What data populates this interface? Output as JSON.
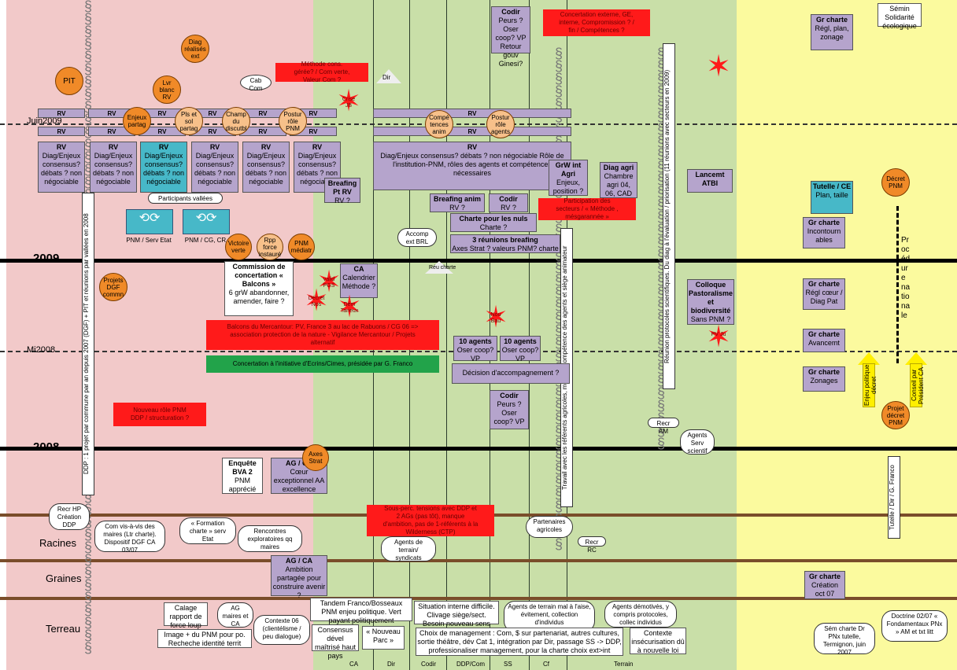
{
  "timeline": {
    "juin2009": "Juin2009",
    "y2009": "2009",
    "mi2008": "Mi2008",
    "y2008": "2008"
  },
  "layers": {
    "racines": "Racines",
    "graines": "Graines",
    "terreau": "Terreau"
  },
  "columns": [
    "CA",
    "Dir",
    "Codir",
    "DDP/Com",
    "SS",
    "Cf",
    "Terrain"
  ],
  "circles": {
    "pit": "PIT",
    "diag": "Diag réalisés ext",
    "lvr": "Lvr blanc RV",
    "enjeux": "Enjeux partag",
    "pls": "Pls et sol partag",
    "champ": "Champ du discutbl",
    "postur_pnm": "Postur rôle PNM",
    "competences": "Compé tences anim",
    "postur_agents": "Postur rôle agents",
    "victoire": "Victoire verte",
    "rpp": "Rpp force instauré",
    "pnm_mediat": "PNM médiatr",
    "projets_dgf": "Projets DGF commn",
    "axes": "Axes Strat",
    "decret": "Décret PNM",
    "projet_decret": "Projet décret PNM"
  },
  "rv_label": "RV",
  "diag_box": "Diag/Enjeux consensus? débats ? non négociable",
  "diag_big": {
    "title": "RV",
    "body": "Diag/Enjeux consensus? débats ? non négociable Rôle de l'institution-PNM, rôles des agents et compétences nécessaires"
  },
  "participants": "Participants vallées",
  "pnm_serv": "PNM / Serv Etat",
  "pnm_cg": "PNM / CG, CR",
  "briefing_pt": {
    "title": "Breafing Pt RV",
    "body": "RV ?"
  },
  "briefing_anim": {
    "title": "Breafing anim",
    "body": "RV ?"
  },
  "codir_rv": {
    "title": "Codir",
    "body": "RV ?"
  },
  "charte_nuls": {
    "title": "Charte pour les nuls",
    "body": "Charte ?"
  },
  "reunions": {
    "title": "3 réunions breafing",
    "body": "Axes Strat ? valeurs PNM? charte"
  },
  "grw": {
    "title": "GrW int Agri",
    "body": "Enjeux, position ?"
  },
  "diag_agri": {
    "title": "Diag agri",
    "body": "Chambre agri 04, 06, CAD"
  },
  "lancemt": "Lancemt ATBI",
  "codir_top": {
    "title": "Codir",
    "body": "Peurs ? Oser coop? VP Retour gouv Ginesi?"
  },
  "accomp": "Accomp ext BRL",
  "cab": "Cab Com",
  "dir": "Dir",
  "charte_tri": "Réu charte",
  "commission": {
    "title": "Commission de concertation « Balcons »",
    "body": "6 grW abandonner, amender, faire ?"
  },
  "ca_cal": {
    "title": "CA",
    "body": "Calendrier Méthode ?"
  },
  "agents10a": {
    "title": "10 agents",
    "body": "Oser coop? VP"
  },
  "agents10b": {
    "title": "10 agents",
    "body": "Oser coop? VP"
  },
  "decision": "Décision d'accompagnement ?",
  "codir_mid": {
    "title": "Codir",
    "body": "Peurs ? Oser coop? VP"
  },
  "colloque": {
    "title": "Colloque Pastoralisme et biodiversité",
    "body": "Sans PNM ?"
  },
  "recr_am": "Recr AM",
  "agents_serv": "Agents Serv scientif",
  "enquete": {
    "title": "Enquête BVA 2",
    "body": "PNM apprécié"
  },
  "ag_ca": {
    "title": "AG / CA",
    "body": "Cœur exceptionnel AA excellence"
  },
  "ag_ca2": {
    "title": "AG / CA",
    "body": "Ambition partagée pour construire avenir ?"
  },
  "red": {
    "balcons": "Balcons du Mercantour: PV, France 3 au lac de Rabuons / CG 06 => association protection de la nature - Vigilance Mercantour / Projets alternatif",
    "concertation": "Concertation à l'initiative d'Ecrins/Cimes, présidée par G. Franco",
    "methode": "Méthode cons. gérée? / Com verte, Valeur Com ?",
    "nouveau": "Nouveau rôle PNM DDP / structuration ?",
    "sous_perc": "Sous-perc. tensions avec DDP et 2 AGs (pas tôt), manque d'ambition, pas de 1-référents à la Wilderness (CTP)",
    "concertation_top": "Concertation externe, GE, interne, Compromission ? / fin / Compétences ?",
    "participation": "Participation des secteurs / « Méthode , mésgarannée »"
  },
  "stars": {
    "cr": "Crise JB",
    "decret_nos": "Décret Nos",
    "valid": "valid PGS",
    "dem": "Dém Tarieux",
    "nouv": "Nou Bau",
    "pv_ju": "PV Ju"
  },
  "tutelle": {
    "title": "Tutelle / CE",
    "body": "Plan, taille"
  },
  "gr_charte_top": {
    "title": "Gr charte",
    "body": "Régl, plan, zonage"
  },
  "semin": "Sémin Solidarité écologique",
  "gr_incontournables": {
    "title": "Gr charte",
    "body": "Incontourn ables"
  },
  "gr_regl": {
    "title": "Gr charte",
    "body": "Régl cœur / Diag Pat"
  },
  "gr_avancement": {
    "title": "Gr charte",
    "body": "Avancemt"
  },
  "gr_zonages": {
    "title": "Gr charte",
    "body": "Zonages"
  },
  "gr_creation": {
    "title": "Gr charte",
    "body": "Création oct 07"
  },
  "enjeu_decret": "Enjeu politique décret",
  "conseil_ca": "Conseil par Président CA",
  "tutelle_dir": "Tutelle / Dir / G. Franco",
  "procedure": "Procédure nationale",
  "ddp_vertical": "DDP : 1 projet par commune par an depuis 2007 (DGF) + PIT et réunions par vallées en 2008",
  "travail_vertical": "Travail avec les référents agricoles, mobilité compétence des agents et siège animateur",
  "reunion_vertical": "Réunion protocoles scientifiques. Du diag à l'évaluation / priorisation (11 réunions avec secteurs en 2009)",
  "bottom": {
    "recr_hp": "Recr HP Création DDP",
    "com_vis": "Com vis-à-vis des maires (Ltr charte). Dispositif DGF CA 03/07",
    "formation": "« Formation charte » serv Etat",
    "rencontres": "Rencontres exploratoires qq maires",
    "agents_terrain": "Agents de terrain/ syndicats",
    "partenaires": "Partenaires agricoles",
    "recr_rc": "Recr RC",
    "calage": "Calage rapport de force loup",
    "ag_maires": "AG maires et CA",
    "contexte06": "Contexte 06 (clientélisme / peu dialogue)",
    "image": "Image + du PNM pour po. Recheche identité territ",
    "tandem": "Tandem Franco/Bosseaux PNM enjeu politique. Vert payant politiquement",
    "consensus": "Consensus dével maîtrisé haut pays",
    "nouveau_parc": "« Nouveau Parc »",
    "situation": "Situation interne difficile. Clivage siège/sect. Besoin nouveau sens",
    "choix": "Choix de management : Com, $ sur partenariat, autres cultures, sortie théâtre, dév Cat 1, intégration par Dir, passage SS -> DDP, professionaliser management, pour la charte choix ext>int",
    "agents_mal": "Agents de terrain mal à l'aise, évitement, collection d'individus",
    "agents_demo": "Agents démotivés, y compris protocoles, collec individus",
    "contexte_ins": "Contexte insécurisation dû à nouvelle loi",
    "sem_charte": "Sém charte Dr PNx tutelle, Termignon, juin 2007",
    "doctrine": "Doctrine 02/07 « Fondamentaux PNx » AM et txt litt"
  },
  "colors": {
    "pink": "#f2c9c9",
    "green": "#c9dfa8",
    "green2": "#c9dfa8",
    "yellow": "#fbfa9e",
    "purple": "#b5a4cc",
    "orange": "#f08a28",
    "red": "#ff1a1a",
    "brown": "#7a4d2a"
  }
}
